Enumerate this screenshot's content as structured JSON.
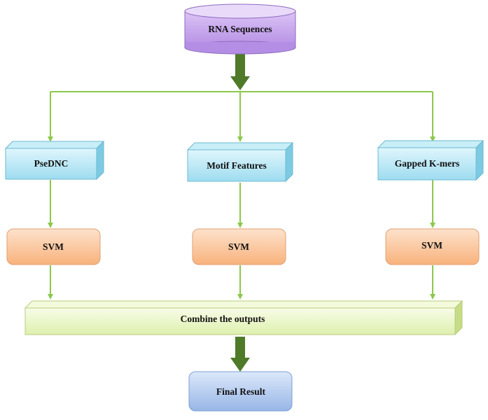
{
  "nodes": {
    "input": "RNA Sequences",
    "feature_1": "PseDNC",
    "feature_2": "Motif Features",
    "feature_3": "Gapped  K-mers",
    "classifier_1": "SVM",
    "classifier_2": "SVM",
    "classifier_3": "SVM",
    "combine": "Combine  the outputs",
    "output": "Final  Result"
  },
  "colors": {
    "arrow_green": "#8cc84b",
    "thick_arrow": "#4f7a28",
    "cylinder": "#c9a8ec",
    "feature_box": "#aee6f4",
    "svm_box": "#fbc49a",
    "combine_box": "#eaf6c6",
    "result_box": "#a9c4ec"
  }
}
